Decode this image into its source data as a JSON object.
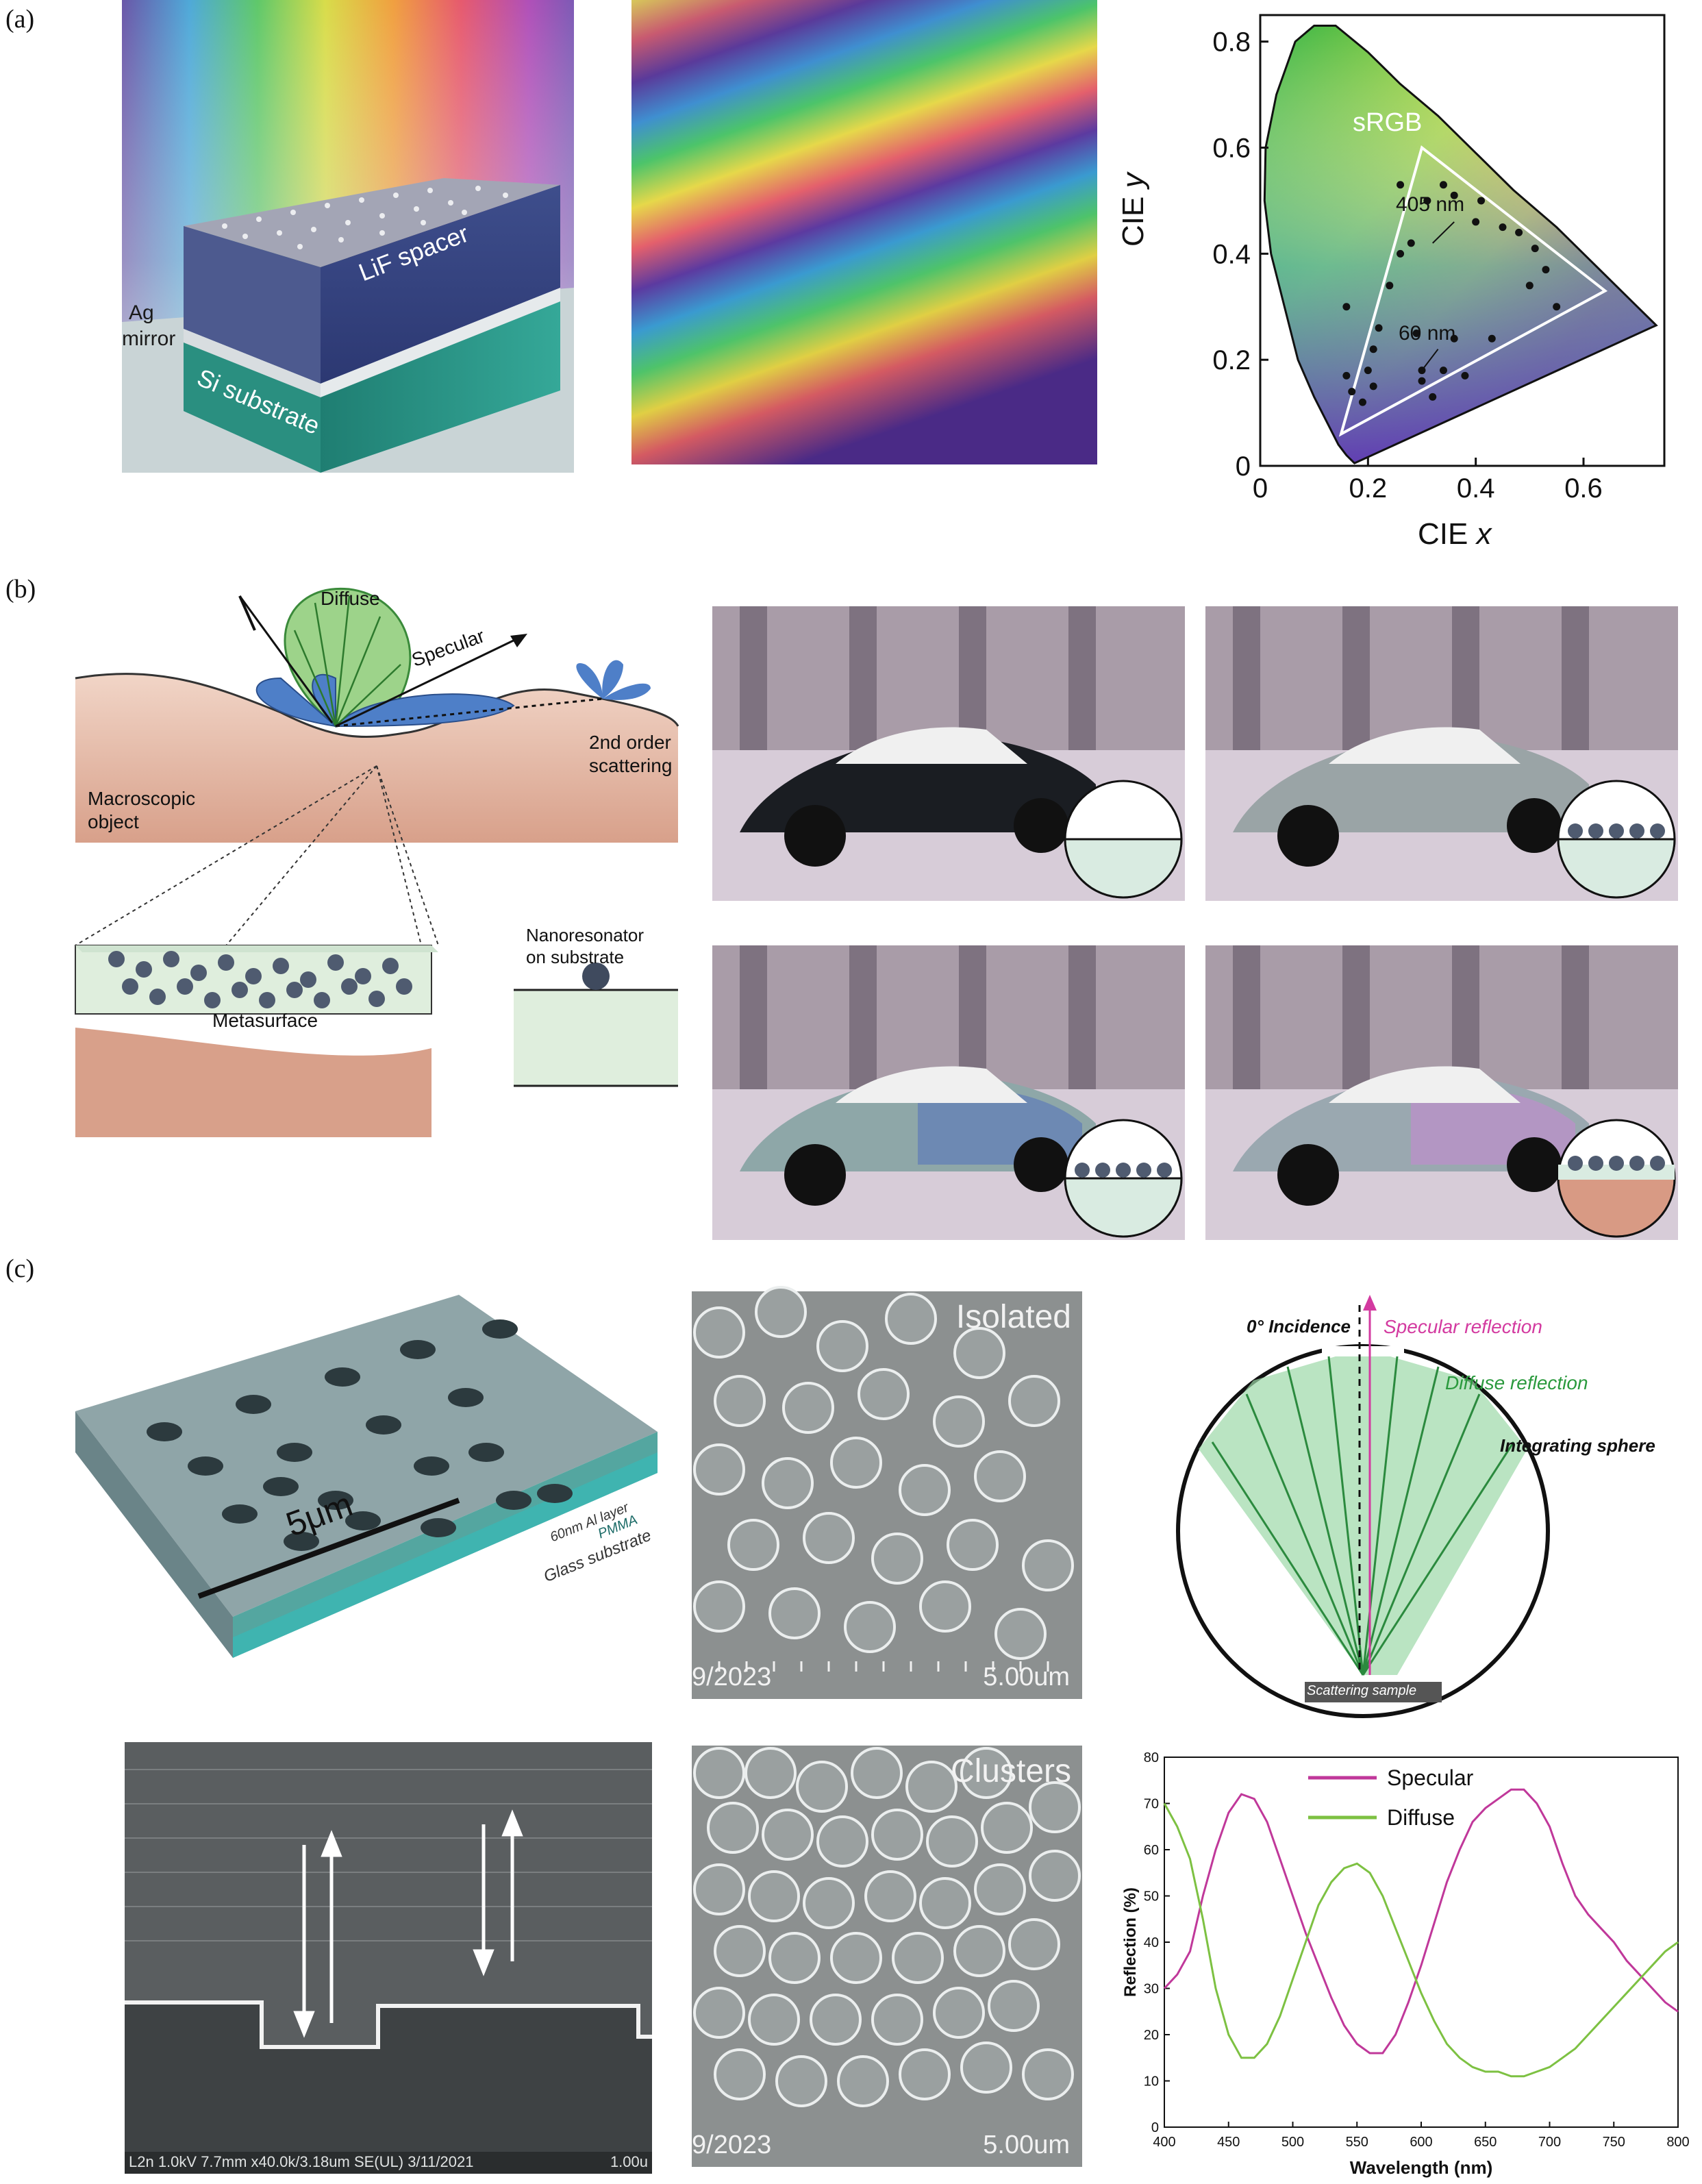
{
  "figure": {
    "panels": {
      "a": {
        "label": "(a)",
        "schematic": {
          "spacer": "LiF spacer",
          "mirror_line1": "Ag",
          "mirror_line2": "mirror",
          "substrate": "Si substrate"
        },
        "cie": {
          "xlabel_main": "CIE",
          "xlabel_var": "x",
          "ylabel_main": "CIE",
          "ylabel_var": "y",
          "gamut_label": "sRGB",
          "annotation_405": "405 nm",
          "annotation_60": "60 nm",
          "xticks": [
            "0",
            "0.2",
            "0.4",
            "0.6"
          ],
          "yticks": [
            "0",
            "0.2",
            "0.4",
            "0.6",
            "0.8"
          ]
        }
      },
      "b": {
        "label": "(b)",
        "diffuse": "Diffuse",
        "specular": "Specular",
        "second_order_line1": "2nd order",
        "second_order_line2": "scattering",
        "macro_line1": "Macroscopic",
        "macro_line2": "object",
        "metasurface": "Metasurface",
        "nano_line1": "Nanoresonator",
        "nano_line2": "on substrate"
      },
      "c": {
        "label": "(c)",
        "model": {
          "scale": "5μm",
          "al": "60nm Al layer",
          "pmma": "PMMA",
          "glass": "Glass substrate"
        },
        "sem_top": {
          "tag": "Isolated",
          "date": "9/2023",
          "scale": "5.00um"
        },
        "sem_bottom": {
          "tag": "Clusters",
          "date": "9/2023",
          "scale": "5.00um"
        },
        "sem_cross": {
          "footer": "L2n 1.0kV 7.7mm x40.0k/3.18um SE(UL) 3/11/2021",
          "scale": "1.00u"
        },
        "sphere": {
          "incidence": "0° Incidence",
          "specular": "Specular reflection",
          "diffuse": "Diffuse reflection",
          "sphere": "Integrating sphere",
          "sample": "Scattering sample"
        }
      }
    }
  },
  "chart_data": [
    {
      "type": "scatter",
      "title": "",
      "xlabel": "CIE x",
      "ylabel": "CIE y",
      "xlim": [
        0,
        0.75
      ],
      "ylim": [
        0,
        0.85
      ],
      "points": [
        [
          0.17,
          0.14
        ],
        [
          0.19,
          0.12
        ],
        [
          0.21,
          0.15
        ],
        [
          0.16,
          0.17
        ],
        [
          0.2,
          0.18
        ],
        [
          0.21,
          0.22
        ],
        [
          0.22,
          0.26
        ],
        [
          0.16,
          0.3
        ],
        [
          0.24,
          0.34
        ],
        [
          0.26,
          0.4
        ],
        [
          0.28,
          0.42
        ],
        [
          0.26,
          0.53
        ],
        [
          0.31,
          0.5
        ],
        [
          0.34,
          0.53
        ],
        [
          0.36,
          0.51
        ],
        [
          0.41,
          0.5
        ],
        [
          0.4,
          0.46
        ],
        [
          0.45,
          0.45
        ],
        [
          0.48,
          0.44
        ],
        [
          0.51,
          0.41
        ],
        [
          0.53,
          0.37
        ],
        [
          0.5,
          0.34
        ],
        [
          0.55,
          0.3
        ],
        [
          0.43,
          0.24
        ],
        [
          0.36,
          0.24
        ],
        [
          0.3,
          0.18
        ],
        [
          0.34,
          0.18
        ],
        [
          0.29,
          0.25
        ],
        [
          0.38,
          0.17
        ],
        [
          0.3,
          0.16
        ],
        [
          0.32,
          0.13
        ]
      ],
      "gamut_srgb": [
        [
          0.64,
          0.33
        ],
        [
          0.3,
          0.6
        ],
        [
          0.15,
          0.06
        ]
      ],
      "grid": false
    },
    {
      "type": "line",
      "title": "",
      "xlabel": "Wavelength (nm)",
      "ylabel": "Reflection (%)",
      "xlim": [
        400,
        800
      ],
      "ylim": [
        0,
        80
      ],
      "xticks": [
        400,
        450,
        500,
        550,
        600,
        650,
        700,
        750,
        800
      ],
      "yticks": [
        0,
        10,
        20,
        30,
        40,
        50,
        60,
        70,
        80
      ],
      "legend": "top-center",
      "series": [
        {
          "name": "Specular",
          "color": "#c0389a",
          "x": [
            400,
            410,
            420,
            430,
            440,
            450,
            460,
            470,
            480,
            490,
            500,
            510,
            520,
            530,
            540,
            550,
            560,
            570,
            580,
            590,
            600,
            610,
            620,
            630,
            640,
            650,
            660,
            670,
            680,
            690,
            700,
            710,
            720,
            730,
            740,
            750,
            760,
            770,
            780,
            790,
            800
          ],
          "y": [
            30,
            33,
            38,
            50,
            60,
            68,
            72,
            71,
            66,
            58,
            50,
            42,
            35,
            28,
            22,
            18,
            16,
            16,
            20,
            27,
            35,
            44,
            53,
            60,
            66,
            69,
            71,
            73,
            73,
            70,
            65,
            57,
            50,
            46,
            43,
            40,
            36,
            33,
            30,
            27,
            25
          ]
        },
        {
          "name": "Diffuse",
          "color": "#7dc142",
          "x": [
            400,
            410,
            420,
            430,
            440,
            450,
            460,
            470,
            480,
            490,
            500,
            510,
            520,
            530,
            540,
            550,
            560,
            570,
            580,
            590,
            600,
            610,
            620,
            630,
            640,
            650,
            660,
            670,
            680,
            690,
            700,
            710,
            720,
            730,
            740,
            750,
            760,
            770,
            780,
            790,
            800
          ],
          "y": [
            70,
            65,
            58,
            45,
            30,
            20,
            15,
            15,
            18,
            24,
            32,
            40,
            48,
            53,
            56,
            57,
            55,
            50,
            43,
            36,
            29,
            23,
            18,
            15,
            13,
            12,
            12,
            11,
            11,
            12,
            13,
            15,
            17,
            20,
            23,
            26,
            29,
            32,
            35,
            38,
            40
          ]
        }
      ]
    }
  ]
}
